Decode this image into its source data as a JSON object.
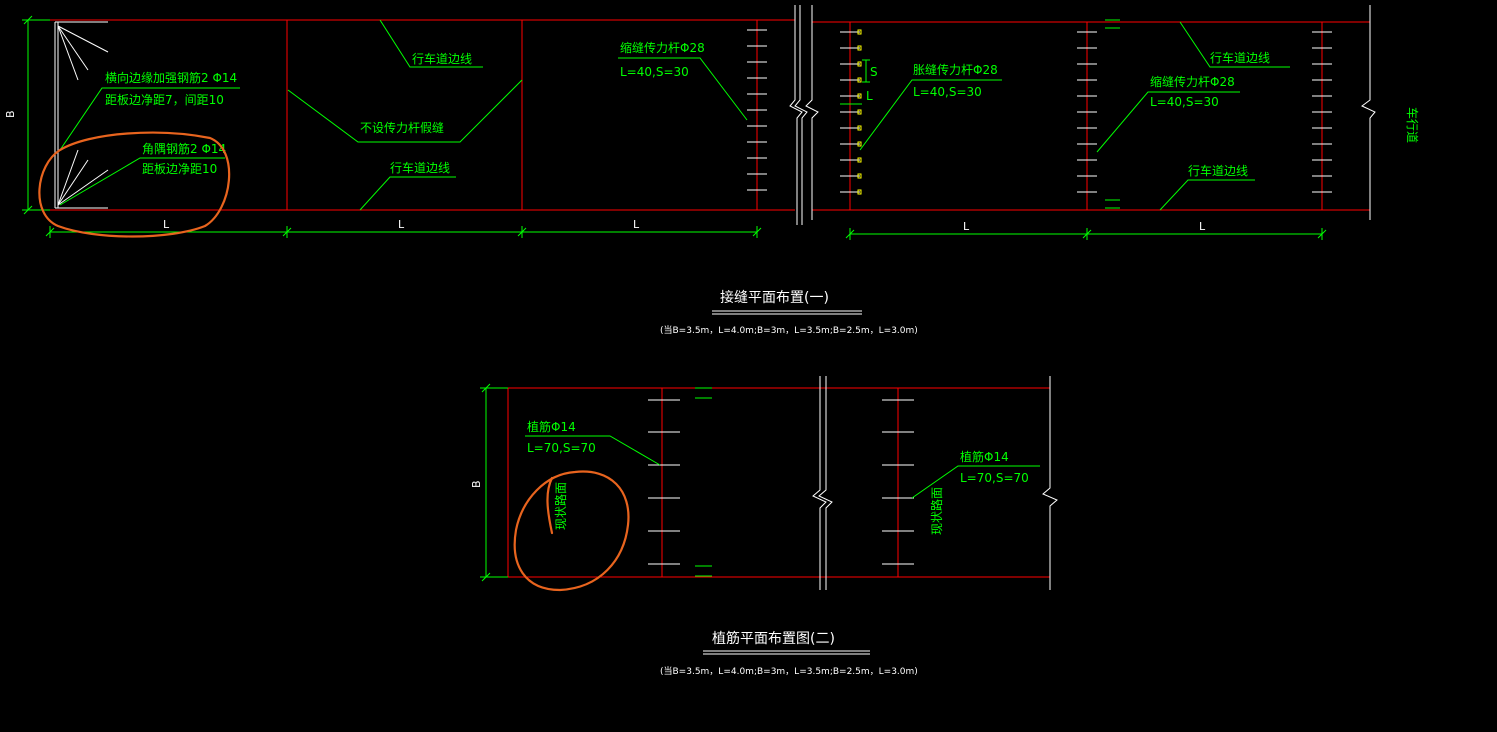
{
  "drawing1": {
    "labels": {
      "edge_rebar": "横向边缘加强钢筋2 Φ14",
      "edge_rebar_note": "距板边净距7，间距10",
      "corner_rebar": "角隅钢筋2 Φ14",
      "corner_rebar_note": "距板边净距10",
      "lane_line_1": "行车道边线",
      "no_dowel_joint": "不设传力杆假缝",
      "lane_line_2": "行车道边线",
      "shrink_dowel_1": "缩缝传力杆Φ28",
      "shrink_dowel_1_dims": "L=40,S=30",
      "expansion_dowel": "胀缝传力杆Φ28",
      "expansion_dowel_dims": "L=40,S=30",
      "shrink_dowel_2": "缩缝传力杆Φ28",
      "shrink_dowel_2_dims": "L=40,S=30",
      "lane_line_3": "行车道边线",
      "lane_line_4": "行车道边线",
      "lane_vertical": "车行道",
      "dim_B": "B",
      "dim_L": "L",
      "dim_S_small": "S",
      "dim_L_small": "L"
    },
    "title": "接缝平面布置(一)",
    "subtitle": "(当B=3.5m，L=4.0m;B=3m，L=3.5m;B=2.5m，L=3.0m)"
  },
  "drawing2": {
    "labels": {
      "plant_rebar_1": "植筋Φ14",
      "plant_rebar_1_dims": "L=70,S=70",
      "plant_rebar_2": "植筋Φ14",
      "plant_rebar_2_dims": "L=70,S=70",
      "existing_1": "现状路面",
      "existing_2": "现状路面",
      "dim_B": "B"
    },
    "title": "植筋平面布置图(二)",
    "subtitle": "(当B=3.5m，L=4.0m;B=3m，L=3.5m;B=2.5m，L=3.0m)"
  },
  "colors": {
    "background": "#000000",
    "slab": "#ff0000",
    "annotation": "#00ff00",
    "highlight": "#e8641e",
    "text_white": "#ffffff"
  }
}
